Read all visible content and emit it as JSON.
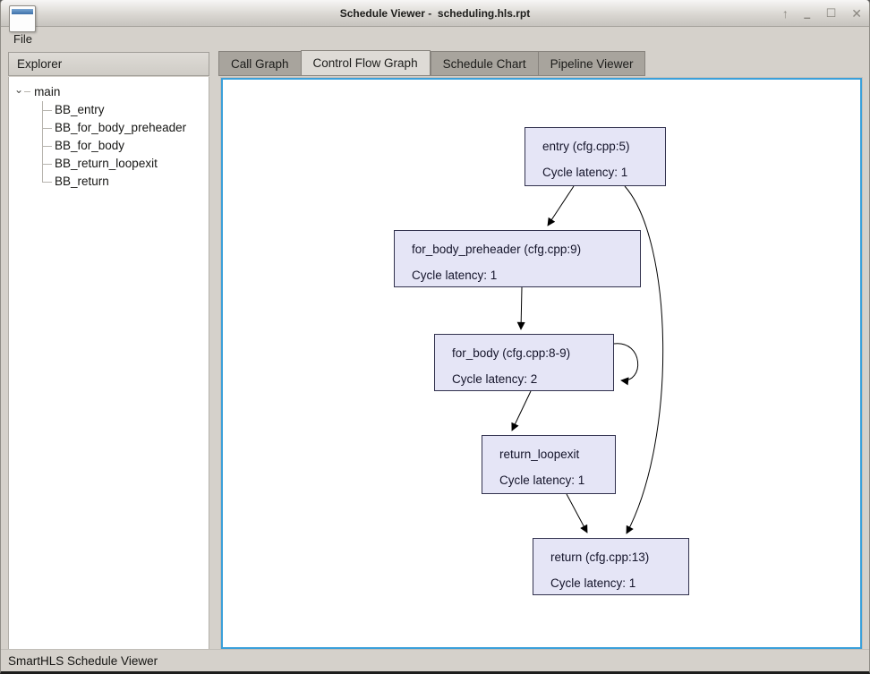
{
  "window": {
    "title": "Schedule Viewer -  scheduling.hls.rpt",
    "controls": {
      "shade": "↑",
      "minimize": "–",
      "maximize": "☐",
      "close": "✕"
    }
  },
  "menubar": {
    "file": "File"
  },
  "explorer": {
    "title": "Explorer",
    "root": "main",
    "items": [
      "BB_entry",
      "BB_for_body_preheader",
      "BB_for_body",
      "BB_return_loopexit",
      "BB_return"
    ]
  },
  "tabs": [
    {
      "label": "Call Graph",
      "active": false
    },
    {
      "label": "Control Flow Graph",
      "active": true
    },
    {
      "label": "Schedule Chart",
      "active": false
    },
    {
      "label": "Pipeline Viewer",
      "active": false
    }
  ],
  "graph": {
    "nodes": [
      {
        "id": "entry",
        "title": "entry (cfg.cpp:5)",
        "latency": "Cycle latency: 1"
      },
      {
        "id": "for_body_preheader",
        "title": "for_body_preheader (cfg.cpp:9)",
        "latency": "Cycle latency: 1"
      },
      {
        "id": "for_body",
        "title": "for_body (cfg.cpp:8-9)",
        "latency": "Cycle latency: 2"
      },
      {
        "id": "return_loopexit",
        "title": "return_loopexit",
        "latency": "Cycle latency: 1"
      },
      {
        "id": "return",
        "title": "return (cfg.cpp:13)",
        "latency": "Cycle latency: 1"
      }
    ],
    "edges": [
      {
        "from": "entry",
        "to": "for_body_preheader"
      },
      {
        "from": "entry",
        "to": "return"
      },
      {
        "from": "for_body_preheader",
        "to": "for_body"
      },
      {
        "from": "for_body",
        "to": "for_body"
      },
      {
        "from": "for_body",
        "to": "return_loopexit"
      },
      {
        "from": "return_loopexit",
        "to": "return"
      }
    ]
  },
  "statusbar": {
    "text": "SmartHLS Schedule Viewer"
  },
  "colors": {
    "pane_focus_border": "#3ba0da",
    "node_fill": "#e5e5f6",
    "node_border": "#32324e",
    "chrome": "#d5d1cb",
    "tab_inactive": "#a8a49d",
    "tab_active": "#dedbd6"
  }
}
